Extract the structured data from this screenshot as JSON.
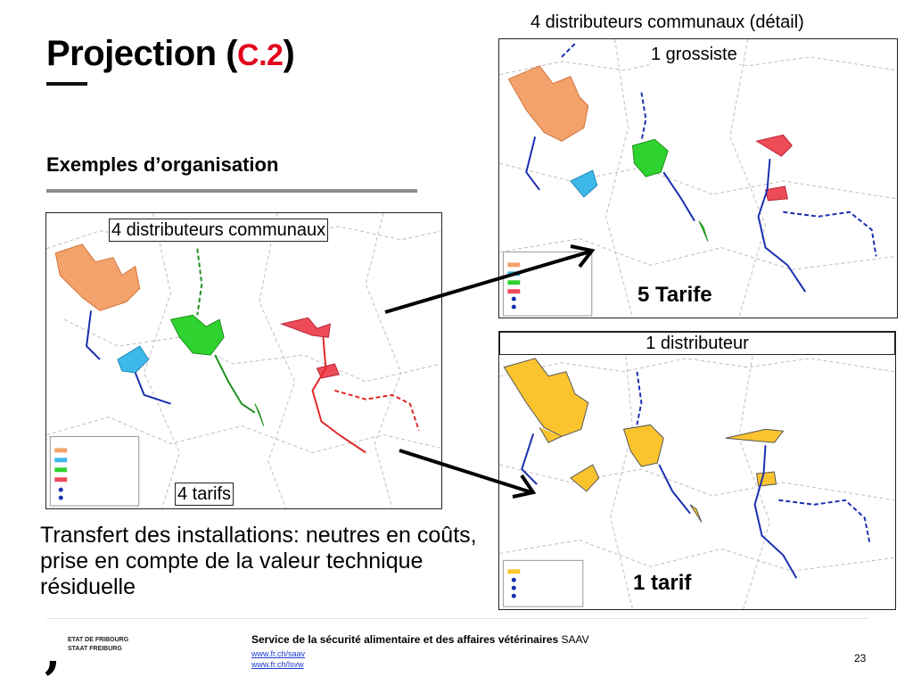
{
  "slide": {
    "title_text": "Projection (",
    "title_code": "C.2",
    "title_close": ")",
    "subtitle": "Exemples d’organisation",
    "paragraph": "Transfert des installations: neutres en coûts, prise en compte de la valeur technique résiduelle",
    "page_number": "23"
  },
  "maps": {
    "left": {
      "label": "4 distributeurs communaux",
      "caption": "4 tarifs"
    },
    "top_right": {
      "label": "4 distributeurs communaux (détail)",
      "sublabel": "1 grossiste",
      "caption": "5 Tarife"
    },
    "bottom_right": {
      "label": "1 distributeur",
      "caption": "1 tarif"
    }
  },
  "colors": {
    "orange_zone": "#f4a26b",
    "cyan_zone": "#3db8e8",
    "green_zone": "#2fd32f",
    "red_zone": "#ee4b59",
    "yellow_zone": "#fbc42e",
    "network_blue": "#1a2fb0",
    "network_red": "#e02828",
    "network_green": "#1f8f1f",
    "title_accent": "#e3001b",
    "link": "#1c3ad1"
  },
  "footer": {
    "org_line1": "ETAT DE FRIBOURG",
    "org_line2": "STAAT FREIBURG",
    "service_bold": "Service de la sécurité alimentaire et des affaires vétérinaires",
    "service_abbr": "SAAV",
    "link1": "www.fr.ch/saav",
    "link2": "www.fr.ch/lsvw",
    "logo_icon": "fribourg-comma-logo"
  }
}
